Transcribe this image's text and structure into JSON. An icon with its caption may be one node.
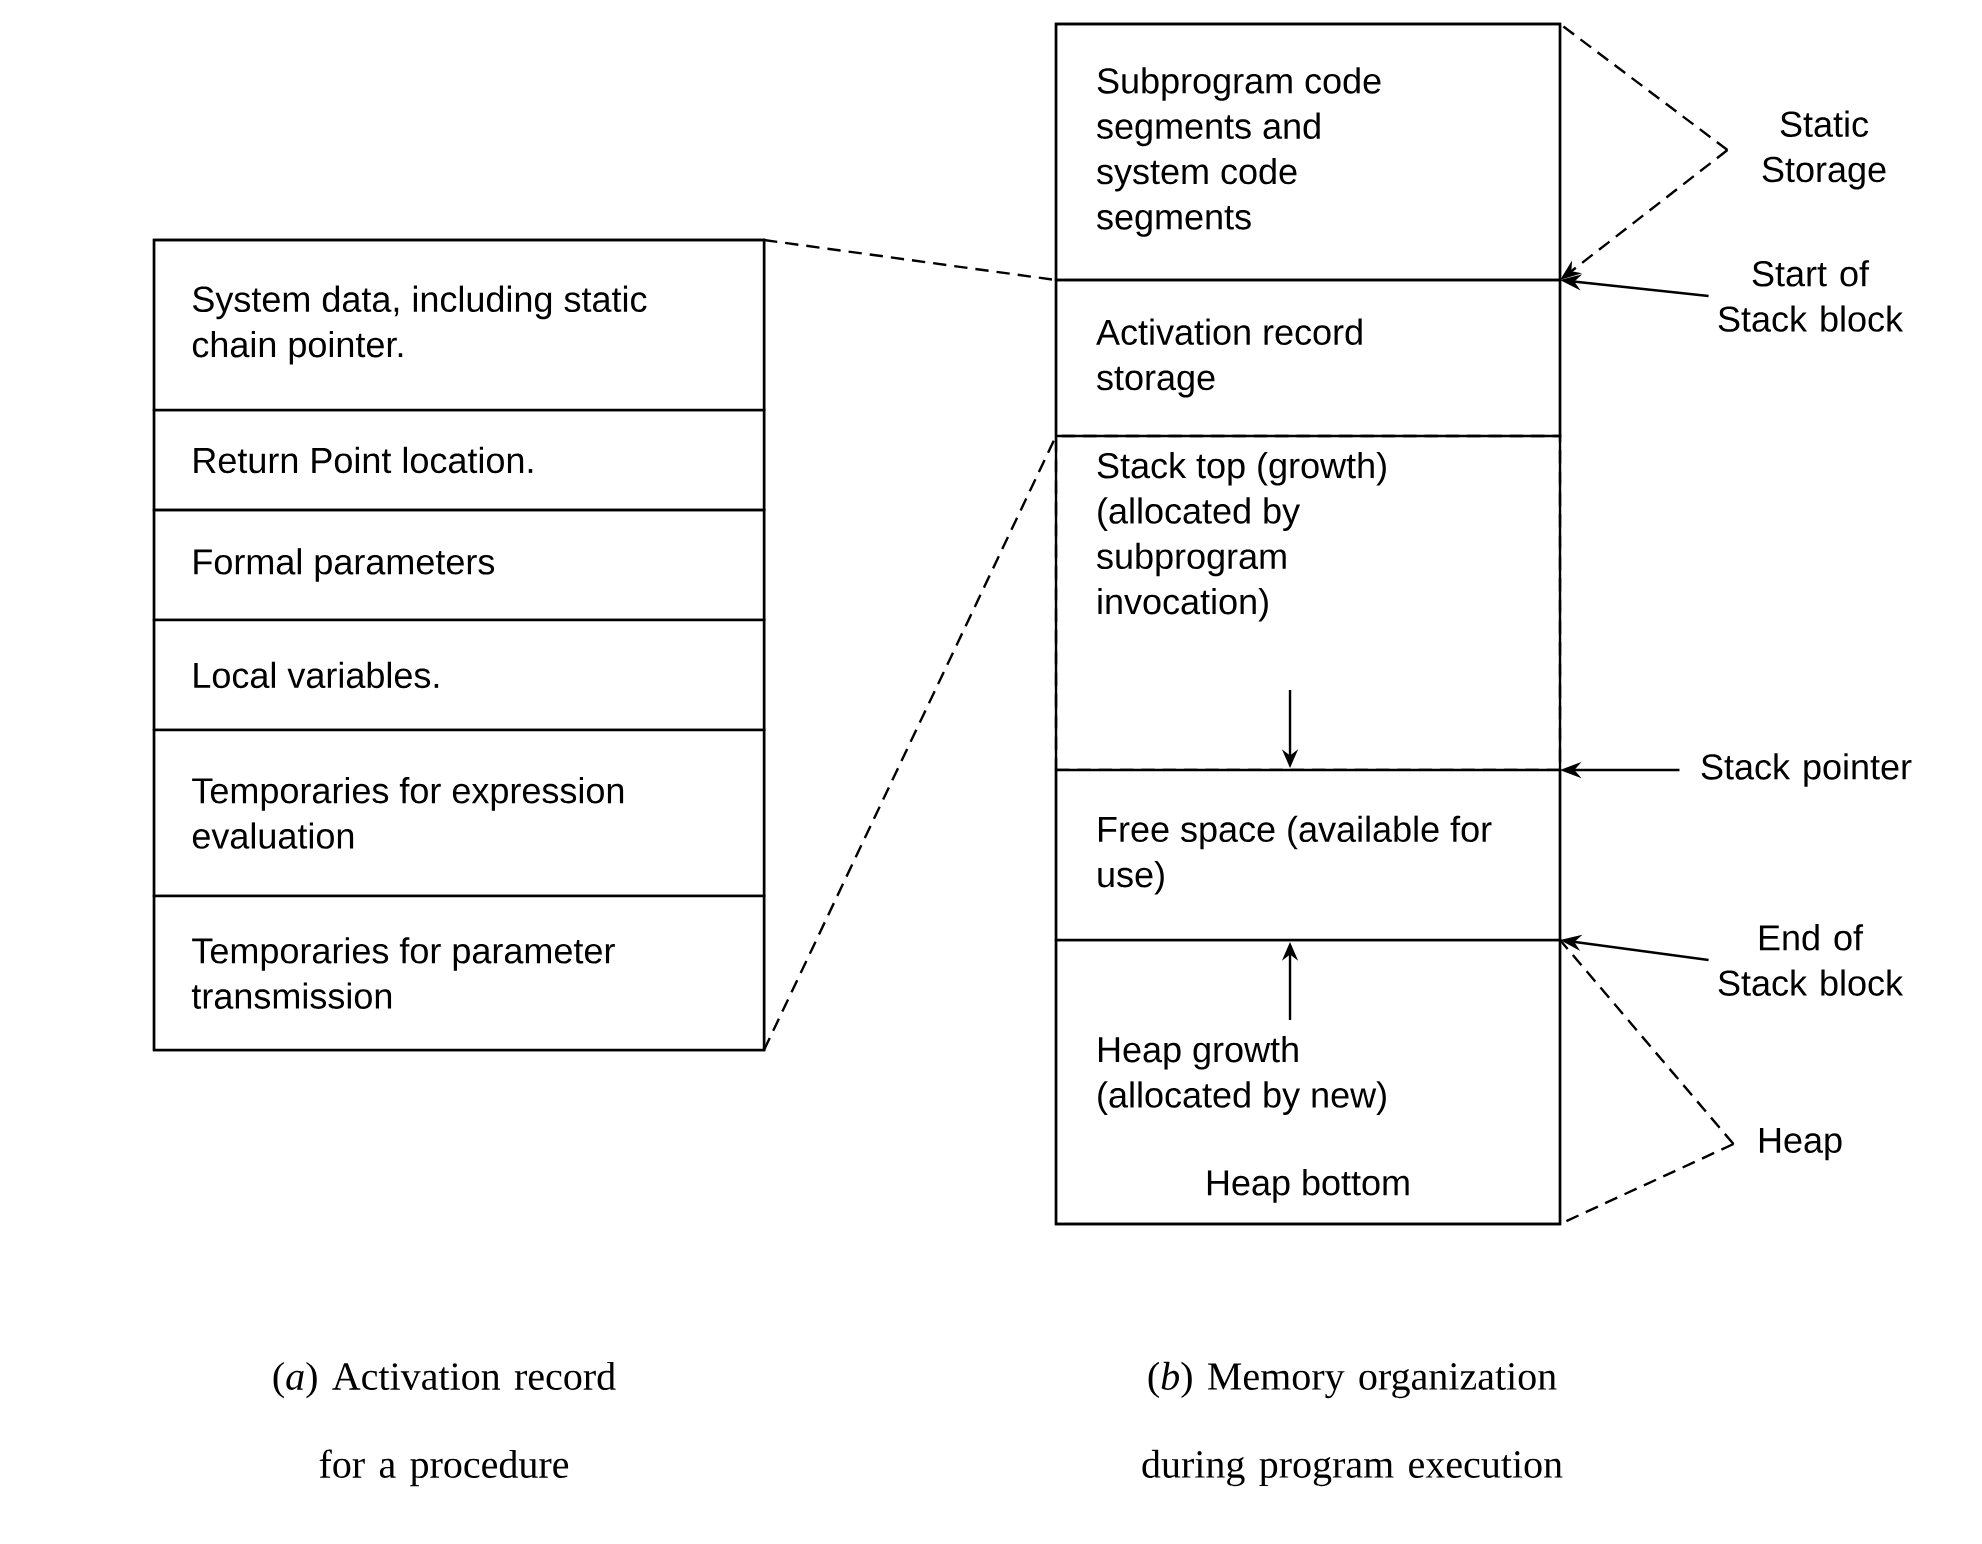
{
  "diagram": {
    "nodes": [
      {
        "text": [],
        "shape": "box"
      },
      {
        "text": [
          "System data, including static chain pointer."
        ],
        "in": 0
      },
      {
        "text": [
          "Return Point location."
        ],
        "in": 0
      },
      {
        "text": [
          "Formal parameters"
        ],
        "in": 0
      },
      {
        "text": [
          "Local variables."
        ],
        "in": 0
      },
      {
        "text": [
          "Temporaries for expression evaluation"
        ],
        "in": 0
      },
      {
        "text": [
          "Temporaries for parameter transmission"
        ],
        "in": 0
      },
      {
        "text": [],
        "shape": "box"
      },
      {
        "text": [
          "Subprogram code segments and system code segments"
        ],
        "in": 7
      },
      {
        "text": [
          "Activation record storage"
        ],
        "in": 7
      },
      {
        "text": [
          "Stack top (growth) (allocated by subprogram invocation)"
        ],
        "in": 7
      },
      {
        "text": [
          "Free space (available for use)"
        ],
        "in": 7
      },
      {
        "text": [
          "Heap growth (allocated by new)",
          "Heap bottom"
        ],
        "in": 7
      },
      {
        "text": [
          "Static Storage"
        ]
      },
      {
        "text": [
          "Start of Stack block"
        ]
      },
      {
        "text": [
          "Stack pointer"
        ]
      },
      {
        "text": [
          "End of Stack block"
        ]
      },
      {
        "text": [
          "Heap"
        ]
      }
    ],
    "edges": [
      {
        "from": 0,
        "to": 9,
        "arrow": "none",
        "style": "dashed"
      },
      {
        "from": 0,
        "to": 9,
        "arrow": "none",
        "style": "dashed"
      },
      {
        "from": 13,
        "to": 8,
        "arrow": "none",
        "style": "dashed"
      },
      {
        "from": 13,
        "to": 8,
        "arrow": "to",
        "style": "dashed"
      },
      {
        "from": 14,
        "to": 9,
        "arrow": "to"
      },
      {
        "from": 15,
        "to": 11,
        "arrow": "to"
      },
      {
        "from": 16,
        "to": 12,
        "arrow": "to"
      },
      {
        "from": 17,
        "to": 12,
        "arrow": "none",
        "style": "dashed"
      },
      {
        "from": 17,
        "to": 12,
        "arrow": "none",
        "style": "dashed"
      }
    ],
    "labels": [
      "(*a*) Activation record for a procedure",
      "(*b*) Memory organization during program execution"
    ]
  }
}
